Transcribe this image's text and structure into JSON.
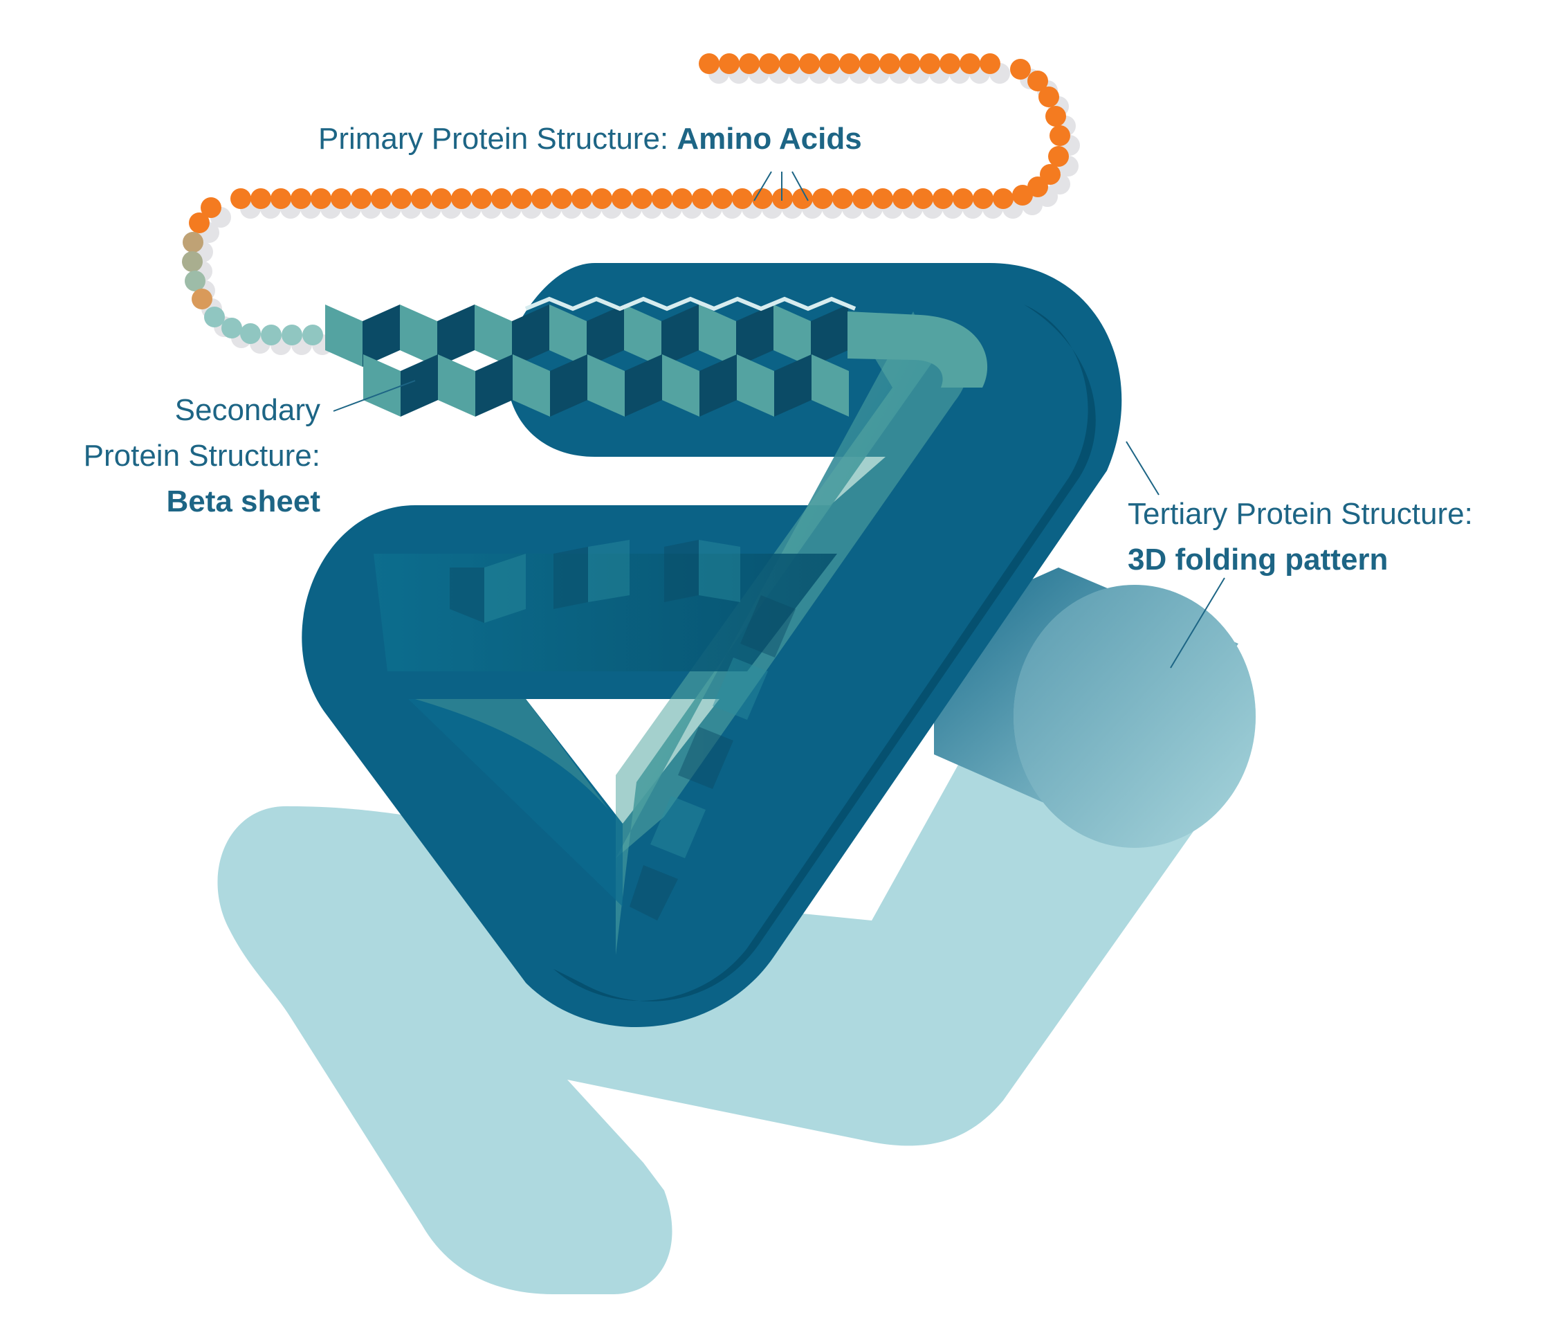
{
  "labels": {
    "primary": {
      "prefix": "Primary Protein Structure:",
      "bold": "Amino Acids"
    },
    "secondary": {
      "line1": "Secondary",
      "line2": "Protein Structure:",
      "bold": "Beta sheet"
    },
    "tertiary": {
      "line1": "Tertiary Protein Structure:",
      "bold": "3D folding pattern"
    }
  },
  "colors": {
    "amino_acid": "#f47b20",
    "amino_shadow": "#e3e3e6",
    "strand_light": "#90c6c1",
    "ribbon_dark": "#0b6286",
    "ribbon_deep": "#064a68",
    "sheet_light": "#54a3a1",
    "sheet_dark": "#0b4b66",
    "shadow_shape": "#aed9df",
    "label_text": "#1d6585"
  },
  "icons": [
    "amino-acid-bead",
    "beta-sheet-block",
    "folded-ribbon"
  ]
}
